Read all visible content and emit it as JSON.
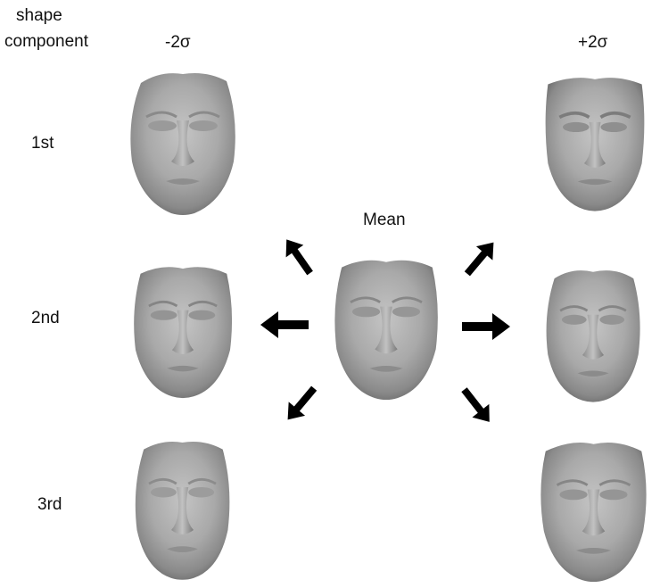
{
  "header": {
    "line1": "shape",
    "line2": "component"
  },
  "columns": {
    "minus": "-2σ",
    "plus": "+2σ"
  },
  "rows": [
    "1st",
    "2nd",
    "3rd"
  ],
  "center": {
    "label": "Mean"
  },
  "faces": [
    {
      "id": "face-1st-minus",
      "variant": "wide-round"
    },
    {
      "id": "face-1st-plus",
      "variant": "square-angular"
    },
    {
      "id": "face-2nd-minus",
      "variant": "broad"
    },
    {
      "id": "face-2nd-plus",
      "variant": "narrow"
    },
    {
      "id": "face-3rd-minus",
      "variant": "long"
    },
    {
      "id": "face-3rd-plus",
      "variant": "wide-short"
    },
    {
      "id": "face-mean",
      "variant": "mean"
    }
  ],
  "colors": {
    "face_light": "#b9b9b9",
    "face_dark": "#6a6a6a",
    "arrow": "#000000"
  }
}
